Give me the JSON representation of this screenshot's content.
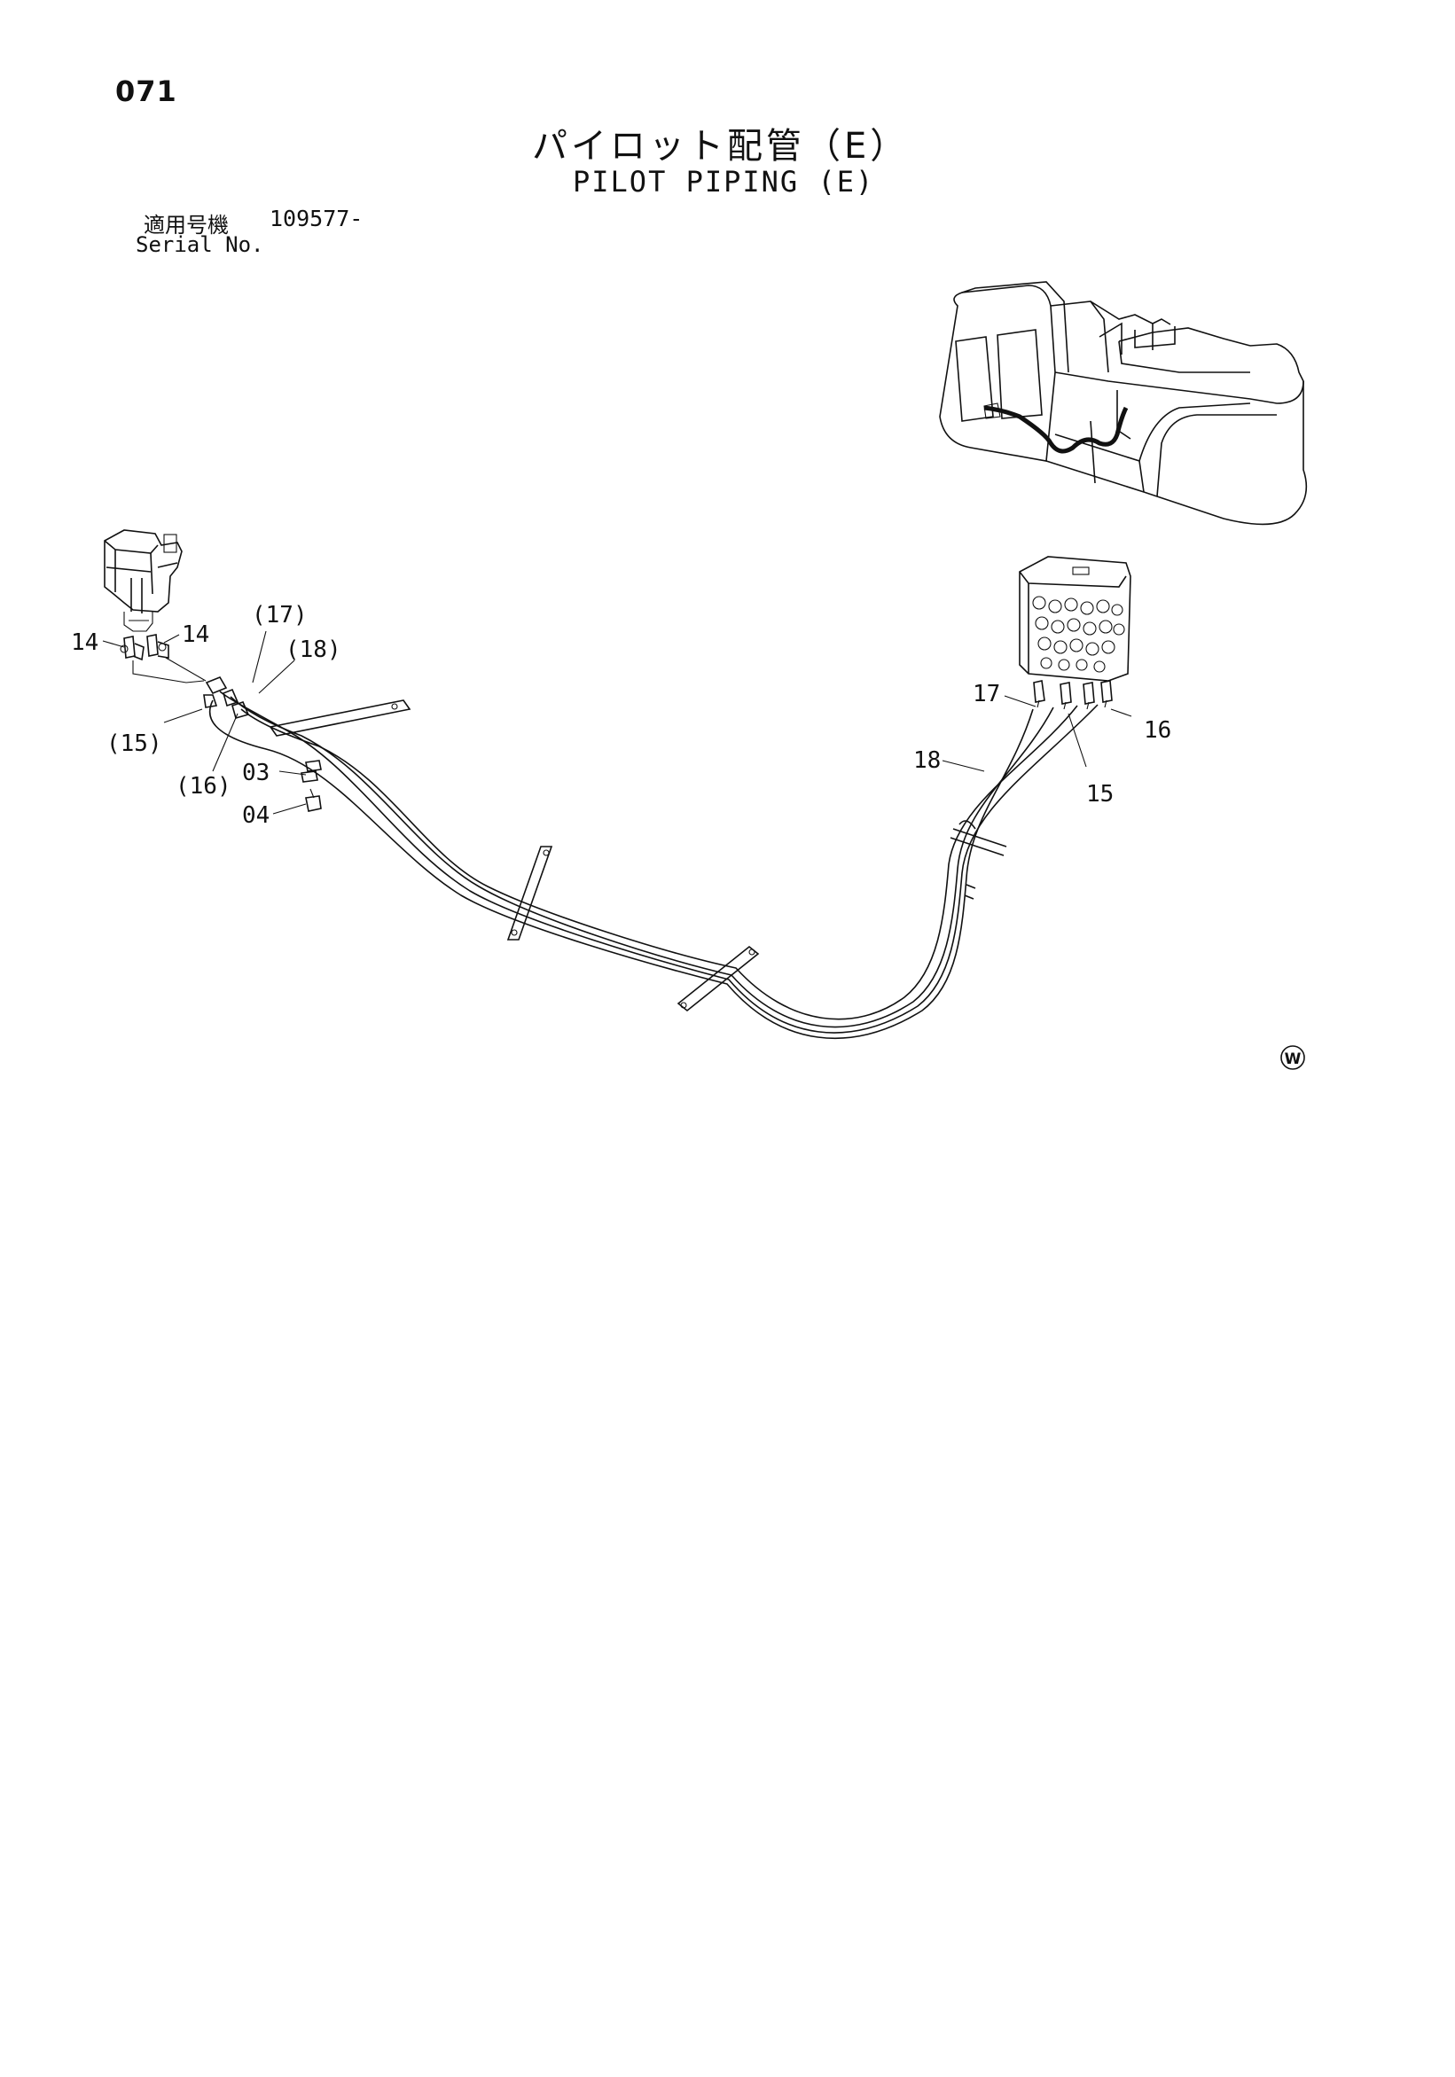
{
  "page": {
    "number": "071"
  },
  "title": {
    "ja": "パイロット配管（E）",
    "en": "PILOT PIPING (E)"
  },
  "serial": {
    "label_ja": "適用号機",
    "value": "109577-",
    "label_en": "Serial No."
  },
  "callouts": {
    "c14a": "14",
    "c14b": "14",
    "c17p": "(17)",
    "c18p": "(18)",
    "c15p": "(15)",
    "c16p": "(16)",
    "c03": "03",
    "c04": "04",
    "c17": "17",
    "c18": "18",
    "c16": "16",
    "c15": "15"
  },
  "mark": "W"
}
